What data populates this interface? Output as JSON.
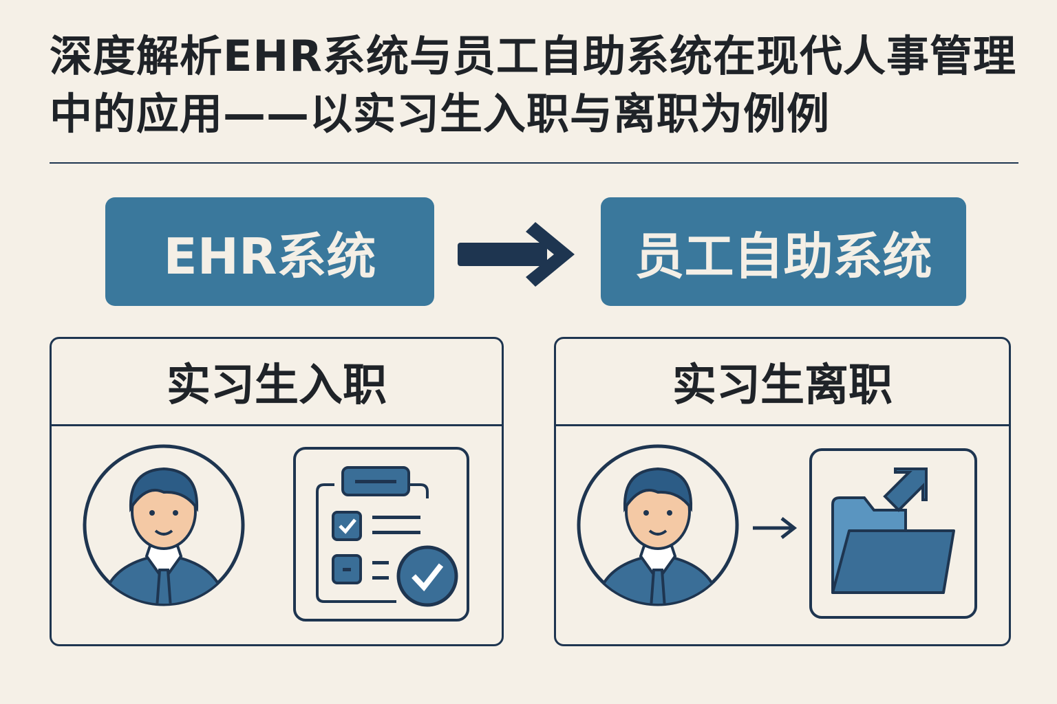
{
  "title": "深度解析EHR系统与员工自助系统在现代人事管理中的应用——以实习生入职与离职为例例",
  "systems": {
    "left": "EHR系统",
    "right": "员工自助系统"
  },
  "panels": {
    "onboarding": "实习生入职",
    "offboarding": "实习生离职"
  },
  "colors": {
    "background": "#f5f0e7",
    "accent": "#3a789c",
    "navy": "#1e3550"
  }
}
